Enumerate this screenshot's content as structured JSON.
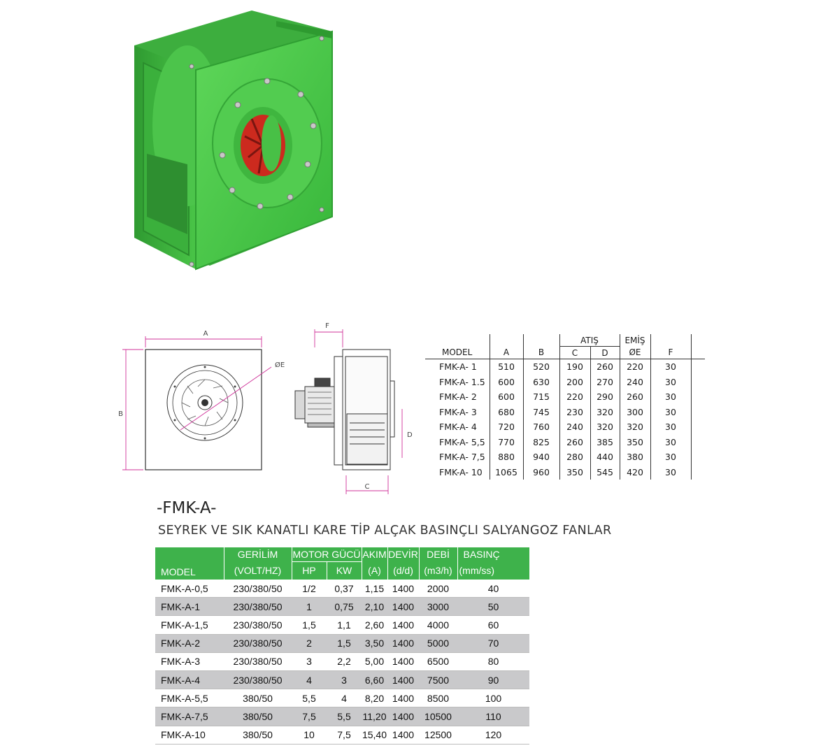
{
  "dimensions": {
    "group_headers": {
      "outlet": "ATIŞ",
      "inlet": "EMİŞ"
    },
    "headers": [
      "MODEL",
      "A",
      "B",
      "C",
      "D",
      "ØE",
      "F"
    ],
    "rows": [
      [
        "FMK-A- 1",
        "510",
        "520",
        "190",
        "260",
        "220",
        "30"
      ],
      [
        "FMK-A- 1.5",
        "600",
        "630",
        "200",
        "270",
        "240",
        "30"
      ],
      [
        "FMK-A- 2",
        "600",
        "715",
        "220",
        "290",
        "260",
        "30"
      ],
      [
        "FMK-A- 3",
        "680",
        "745",
        "230",
        "320",
        "300",
        "30"
      ],
      [
        "FMK-A- 4",
        "720",
        "760",
        "240",
        "320",
        "320",
        "30"
      ],
      [
        "FMK-A- 5,5",
        "770",
        "825",
        "260",
        "385",
        "350",
        "30"
      ],
      [
        "FMK-A- 7,5",
        "880",
        "940",
        "280",
        "440",
        "380",
        "30"
      ],
      [
        "FMK-A- 10",
        "1065",
        "960",
        "350",
        "545",
        "420",
        "30"
      ]
    ]
  },
  "drawing_labels": {
    "a": "A",
    "b": "B",
    "c": "C",
    "d": "D",
    "e": "ØE",
    "f": "F"
  },
  "title": "-FMK-A-",
  "subtitle": "SEYREK VE SIK KANATLI  KARE TİP ALÇAK BASINÇLI SALYANGOZ FANLAR",
  "performance": {
    "headers": {
      "model": "MODEL",
      "voltage": "GERİLİM",
      "voltage_unit": "(VOLT/HZ)",
      "motor_power": "MOTOR GÜCÜ",
      "hp": "HP",
      "kw": "KW",
      "current": "AKIM",
      "current_unit": "(A)",
      "speed": "DEVİR",
      "speed_unit": "(d/d)",
      "flow": "DEBİ",
      "flow_unit": "(m3/h)",
      "pressure": "BASINÇ",
      "pressure_unit": "(mm/ss)"
    },
    "rows": [
      [
        "FMK-A-0,5",
        "230/380/50",
        "1/2",
        "0,37",
        "1,15",
        "1400",
        "2000",
        "40"
      ],
      [
        "FMK-A-1",
        "230/380/50",
        "1",
        "0,75",
        "2,10",
        "1400",
        "3000",
        "50"
      ],
      [
        "FMK-A-1,5",
        "230/380/50",
        "1,5",
        "1,1",
        "2,60",
        "1400",
        "4000",
        "60"
      ],
      [
        "FMK-A-2",
        "230/380/50",
        "2",
        "1,5",
        "3,50",
        "1400",
        "5000",
        "70"
      ],
      [
        "FMK-A-3",
        "230/380/50",
        "3",
        "2,2",
        "5,00",
        "1400",
        "6500",
        "80"
      ],
      [
        "FMK-A-4",
        "230/380/50",
        "4",
        "3",
        "6,60",
        "1400",
        "7500",
        "90"
      ],
      [
        "FMK-A-5,5",
        "380/50",
        "5,5",
        "4",
        "8,20",
        "1400",
        "8500",
        "100"
      ],
      [
        "FMK-A-7,5",
        "380/50",
        "7,5",
        "5,5",
        "11,20",
        "1400",
        "10500",
        "110"
      ],
      [
        "FMK-A-10",
        "380/50",
        "10",
        "7,5",
        "15,40",
        "1400",
        "12500",
        "120"
      ]
    ]
  },
  "colors": {
    "fan_body": "#44c244",
    "impeller": "#cc2a1e",
    "table_header": "#3eb24b",
    "dimension_lines": "#d0339a"
  }
}
